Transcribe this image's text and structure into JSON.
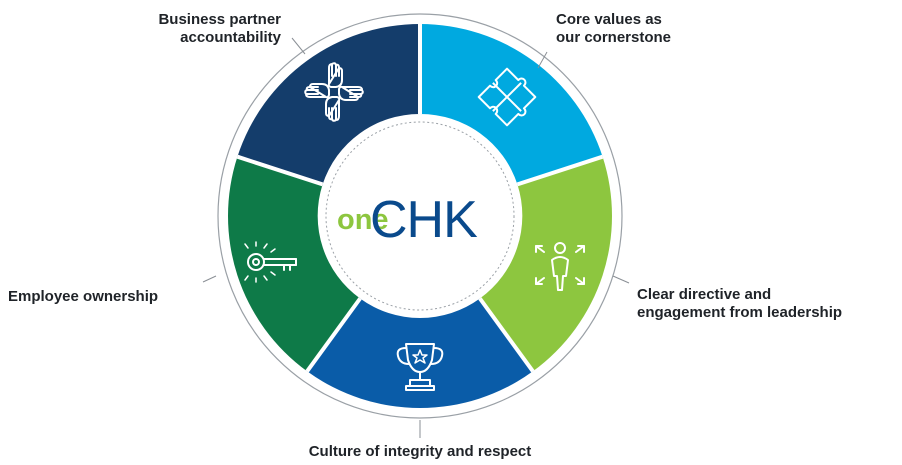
{
  "logo": {
    "prefix": "one",
    "name": "CHK"
  },
  "segments": [
    {
      "id": "core-values",
      "lines": [
        "Core values as",
        "our cornerstone"
      ],
      "color": "#00a9e0",
      "icon": "puzzle-icon"
    },
    {
      "id": "clear-directive",
      "lines": [
        "Clear directive and",
        "engagement from leadership"
      ],
      "color": "#8dc63f",
      "icon": "leader-arrows-icon"
    },
    {
      "id": "culture-integrity",
      "lines": [
        "Culture of integrity and respect"
      ],
      "color": "#0a5ca8",
      "icon": "trophy-icon"
    },
    {
      "id": "employee-ownership",
      "lines": [
        "Employee ownership"
      ],
      "color": "#0e7a48",
      "icon": "key-icon"
    },
    {
      "id": "business-partner",
      "lines": [
        "Business partner",
        "accountability"
      ],
      "color": "#143d6b",
      "icon": "hands-icon"
    }
  ],
  "colors": {
    "logo_green": "#8dc63f",
    "logo_blue": "#0a4a8c",
    "label_text": "#1f2328",
    "ring": "#9aa0a6"
  }
}
